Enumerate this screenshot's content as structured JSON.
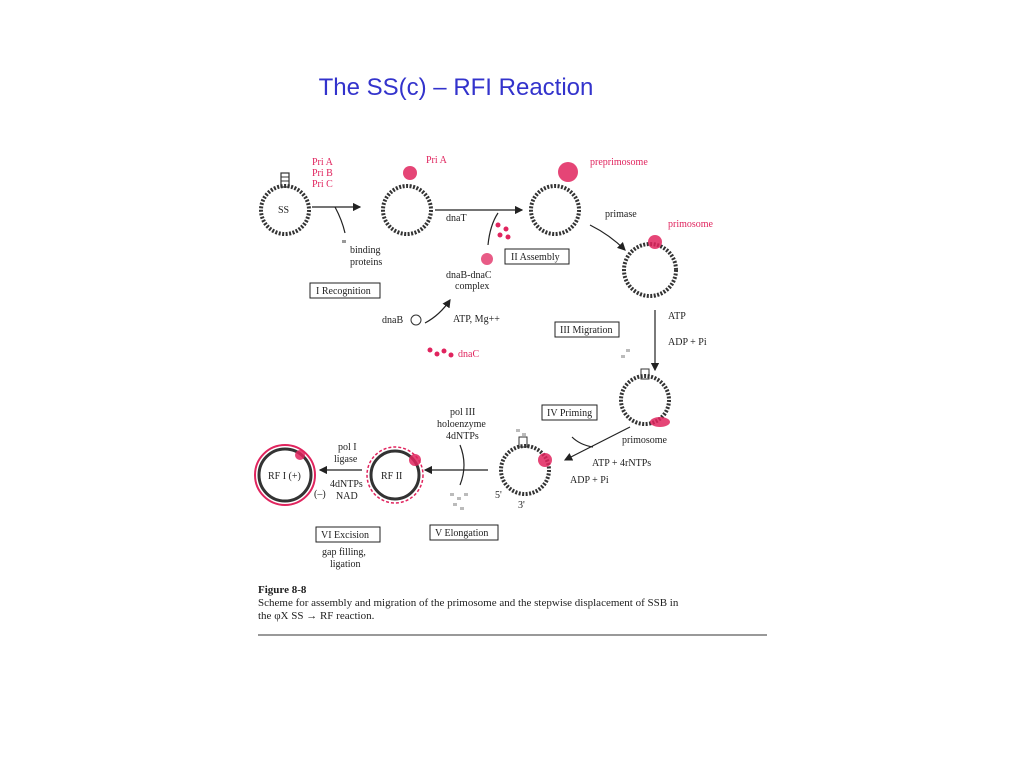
{
  "slide": {
    "title": "The SS(c) – RFI Reaction"
  },
  "diagram": {
    "labels": {
      "pri_a": "Pri A",
      "pri_b": "Pri B",
      "pri_c": "Pri C",
      "ss": "SS",
      "binding_proteins_1": "binding",
      "binding_proteins_2": "proteins",
      "pri_a_pink": "Pri A",
      "dnat": "dnaT",
      "preprimosome": "preprimosome",
      "primase": "primase",
      "primosome_pink": "primosome",
      "dnab_dnac_1": "dnaB-dnaC",
      "dnab_dnac_2": "complex",
      "dnab": "dnaB",
      "atp_mg": "ATP, Mg++",
      "dnac": "dnaC",
      "atp": "ATP",
      "adp_pi": "ADP + Pi",
      "pol3_1": "pol III",
      "pol3_2": "holoenzyme",
      "pol3_3": "4dNTPs",
      "primosome": "primosome",
      "atp_rntps": "ATP + 4rNTPs",
      "adp_pi_2": "ADP + Pi",
      "pol1_1": "pol I",
      "pol1_2": "ligase",
      "dntps_1": "4dNTPs",
      "dntps_2": "NAD",
      "rfi": "RF I (+)",
      "rfii": "RF II",
      "minus": "(–)",
      "five_prime": "5'",
      "three_prime": "3'",
      "gap_1": "gap filling,",
      "gap_2": "ligation"
    },
    "stages": {
      "s1": "I Recognition",
      "s2": "II Assembly",
      "s3": "III Migration",
      "s4": "IV Priming",
      "s5": "V Elongation",
      "s6": "VI Excision"
    },
    "colors": {
      "accent": "#e0245e",
      "ink": "#222222",
      "title": "#3333cc"
    }
  },
  "caption": {
    "label": "Figure 8-8",
    "line1": "Scheme for assembly and migration of the primosome and the stepwise displacement of SSB in",
    "line2": "the φX SS → RF reaction."
  }
}
